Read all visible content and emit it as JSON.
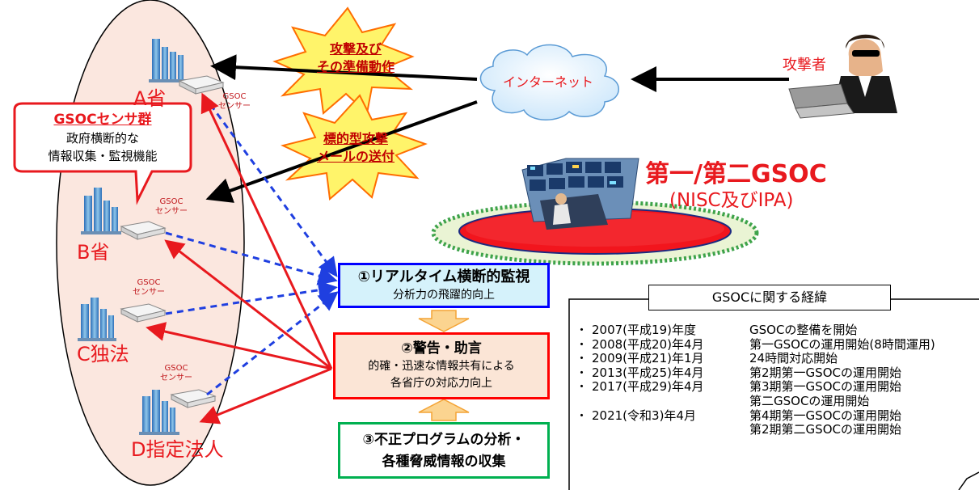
{
  "attack_bursts": [
    {
      "line1": "攻撃及び",
      "line2": "その準備動作"
    },
    {
      "line1": "標的型攻撃",
      "line2": "メールの送付"
    }
  ],
  "internet_label": "インターネット",
  "attacker_label": "攻撃者",
  "gsoc_center": {
    "title": "第一/第二GSOC",
    "subtitle": "(NISC及びIPA)"
  },
  "sensor_callout": {
    "title": "GSOCセンサ群",
    "line1": "政府横断的な",
    "line2": "情報収集・監視機能"
  },
  "organizations": [
    {
      "name": "A省",
      "sensor": [
        "GSOC",
        "センサー"
      ]
    },
    {
      "name": "B省",
      "sensor": [
        "GSOC",
        "センサー"
      ]
    },
    {
      "name": "C独法",
      "sensor": [
        "GSOC",
        "センサー"
      ]
    },
    {
      "name": "D指定法人",
      "sensor": [
        "GSOC",
        "センサー"
      ]
    }
  ],
  "process_steps": [
    {
      "title": "①リアルタイム横断的監視",
      "desc": [
        "分析力の飛躍的向上"
      ],
      "color": "#0000ff",
      "bg": "#d5f2fb"
    },
    {
      "title": "②警告・助言",
      "desc": [
        "的確・迅速な情報共有による",
        "各省庁の対応力向上"
      ],
      "color": "#ff0000",
      "bg": "#fbe5d6"
    },
    {
      "title": "③不正プログラムの分析・",
      "desc_bold": "各種脅威情報の収集",
      "color": "#00b050",
      "bg": "#ffffff"
    }
  ],
  "history": {
    "title": "GSOCに関する経緯",
    "items": [
      {
        "date": "2007(平成19)年度",
        "events": [
          "GSOCの整備を開始"
        ]
      },
      {
        "date": "2008(平成20)年4月",
        "events": [
          "第一GSOCの運用開始(8時間運用)"
        ]
      },
      {
        "date": "2009(平成21)年1月",
        "events": [
          "24時間対応開始"
        ]
      },
      {
        "date": "2013(平成25)年4月",
        "events": [
          "第2期第一GSOCの運用開始"
        ]
      },
      {
        "date": "2017(平成29)年4月",
        "events": [
          "第3期第一GSOCの運用開始",
          "第二GSOCの運用開始"
        ]
      },
      {
        "date": "2021(令和3)年4月",
        "events": [
          "第4期第一GSOCの運用開始",
          "第2期第二GSOCの運用開始"
        ]
      }
    ]
  },
  "colors": {
    "red": "#e8191e",
    "blue": "#1f3fe0",
    "green": "#00b050",
    "burst_fill": "#fff46a",
    "burst_stroke": "#ff6d00",
    "oval_fill": "#fbe7df"
  }
}
